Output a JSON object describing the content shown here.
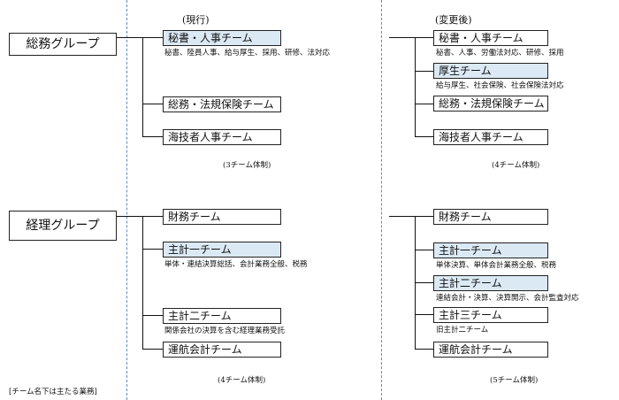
{
  "headers": {
    "current": "(現行)",
    "revised": "(変更後)"
  },
  "groups": {
    "somu": "総務グループ",
    "keiri": "経理グループ"
  },
  "current": {
    "somu": {
      "teams": [
        "秘書・人事チーム",
        "総務・法規保険チーム",
        "海技者人事チーム"
      ],
      "duties": [
        "秘書、陸員人事、給与厚生、採用、研修、法対応"
      ],
      "system": "(3チーム体制)"
    },
    "keiri": {
      "teams": [
        "財務チーム",
        "主計一チーム",
        "主計二チーム",
        "運航会計チーム"
      ],
      "duties": [
        "単体・連結決算総括、会計業務全般、税務",
        "関係会社の決算を含む経理業務受託"
      ],
      "system": "(4チーム体制)"
    }
  },
  "revised": {
    "somu": {
      "teams": [
        "秘書・人事チーム",
        "厚生チーム",
        "総務・法規保険チーム",
        "海技者人事チーム"
      ],
      "duties": [
        "秘書、人事、労働法対応、研修、採用",
        "給与厚生、社会保険、社会保険法対応"
      ],
      "system": "(4チーム体制)"
    },
    "keiri": {
      "teams": [
        "財務チーム",
        "主計一チーム",
        "主計二チーム",
        "主計三チーム",
        "運航会計チーム"
      ],
      "duties": [
        "単体決算、単体会計業務全般、税務",
        "連結会計・決算、決算開示、会計監査対応",
        "旧主計二チーム"
      ],
      "system": "(5チーム体制)"
    }
  },
  "footnote": "[チーム名下は主たる業務]"
}
